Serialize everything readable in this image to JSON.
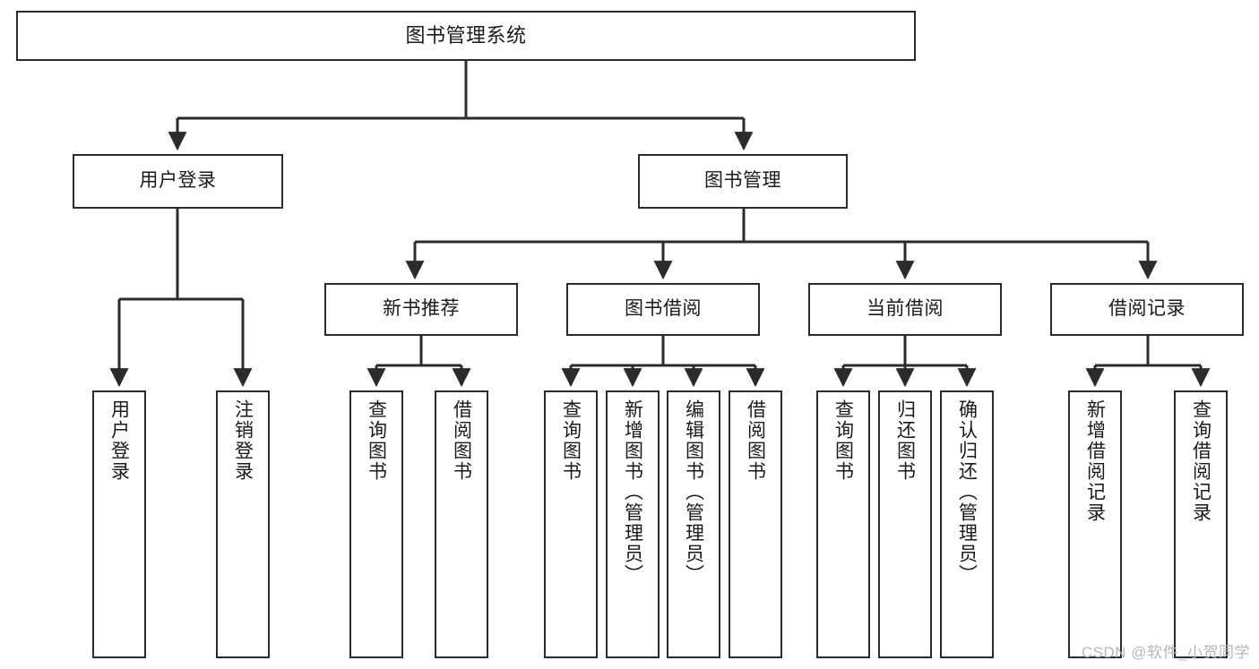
{
  "diagram": {
    "type": "tree",
    "title": "图书管理系统",
    "watermark": "CSDN @软件_小贺同学",
    "colors": {
      "node_border": "#2b2b2b",
      "node_fill": "#ffffff",
      "edge": "#2b2b2b",
      "text": "#1a1a1a",
      "watermark": "#b7b7b7"
    },
    "nodes": {
      "root": {
        "label": "图书管理系统",
        "level": 1,
        "orientation": "horizontal"
      },
      "user_login": {
        "label": "用户登录",
        "level": 2,
        "orientation": "horizontal"
      },
      "book_manage": {
        "label": "图书管理",
        "level": 2,
        "orientation": "horizontal"
      },
      "new_book_rec": {
        "label": "新书推荐",
        "level": 3,
        "orientation": "horizontal"
      },
      "book_borrow": {
        "label": "图书借阅",
        "level": 3,
        "orientation": "horizontal"
      },
      "current_borrow": {
        "label": "当前借阅",
        "level": 3,
        "orientation": "horizontal"
      },
      "borrow_record": {
        "label": "借阅记录",
        "level": 3,
        "orientation": "horizontal"
      },
      "leaf_user_login": {
        "label": "用户登录",
        "level": 4,
        "orientation": "vertical"
      },
      "leaf_user_logout": {
        "label": "注销登录",
        "level": 4,
        "orientation": "vertical"
      },
      "leaf_rec_query": {
        "label": "查询图书",
        "level": 4,
        "orientation": "vertical"
      },
      "leaf_rec_borrow": {
        "label": "借阅图书",
        "level": 4,
        "orientation": "vertical"
      },
      "leaf_borrow_query": {
        "label": "查询图书",
        "level": 4,
        "orientation": "vertical"
      },
      "leaf_borrow_add": {
        "label": "新增图书（管理员）",
        "level": 4,
        "orientation": "vertical"
      },
      "leaf_borrow_edit": {
        "label": "编辑图书（管理员）",
        "level": 4,
        "orientation": "vertical"
      },
      "leaf_borrow_do": {
        "label": "借阅图书",
        "level": 4,
        "orientation": "vertical"
      },
      "leaf_cur_query": {
        "label": "查询图书",
        "level": 4,
        "orientation": "vertical"
      },
      "leaf_cur_return": {
        "label": "归还图书",
        "level": 4,
        "orientation": "vertical"
      },
      "leaf_cur_confirm": {
        "label": "确认归还（管理员）",
        "level": 4,
        "orientation": "vertical"
      },
      "leaf_rec_add": {
        "label": "新增借阅记录",
        "level": 4,
        "orientation": "vertical"
      },
      "leaf_rec_search": {
        "label": "查询借阅记录",
        "level": 4,
        "orientation": "vertical"
      }
    },
    "edges": [
      {
        "from": "root",
        "to": "user_login"
      },
      {
        "from": "root",
        "to": "book_manage"
      },
      {
        "from": "user_login",
        "to": "leaf_user_login"
      },
      {
        "from": "user_login",
        "to": "leaf_user_logout"
      },
      {
        "from": "book_manage",
        "to": "new_book_rec"
      },
      {
        "from": "book_manage",
        "to": "book_borrow"
      },
      {
        "from": "book_manage",
        "to": "current_borrow"
      },
      {
        "from": "book_manage",
        "to": "borrow_record"
      },
      {
        "from": "new_book_rec",
        "to": "leaf_rec_query"
      },
      {
        "from": "new_book_rec",
        "to": "leaf_rec_borrow"
      },
      {
        "from": "book_borrow",
        "to": "leaf_borrow_query"
      },
      {
        "from": "book_borrow",
        "to": "leaf_borrow_add"
      },
      {
        "from": "book_borrow",
        "to": "leaf_borrow_edit"
      },
      {
        "from": "book_borrow",
        "to": "leaf_borrow_do"
      },
      {
        "from": "current_borrow",
        "to": "leaf_cur_query"
      },
      {
        "from": "current_borrow",
        "to": "leaf_cur_return"
      },
      {
        "from": "current_borrow",
        "to": "leaf_cur_confirm"
      },
      {
        "from": "borrow_record",
        "to": "leaf_rec_add"
      },
      {
        "from": "borrow_record",
        "to": "leaf_rec_search"
      }
    ]
  }
}
